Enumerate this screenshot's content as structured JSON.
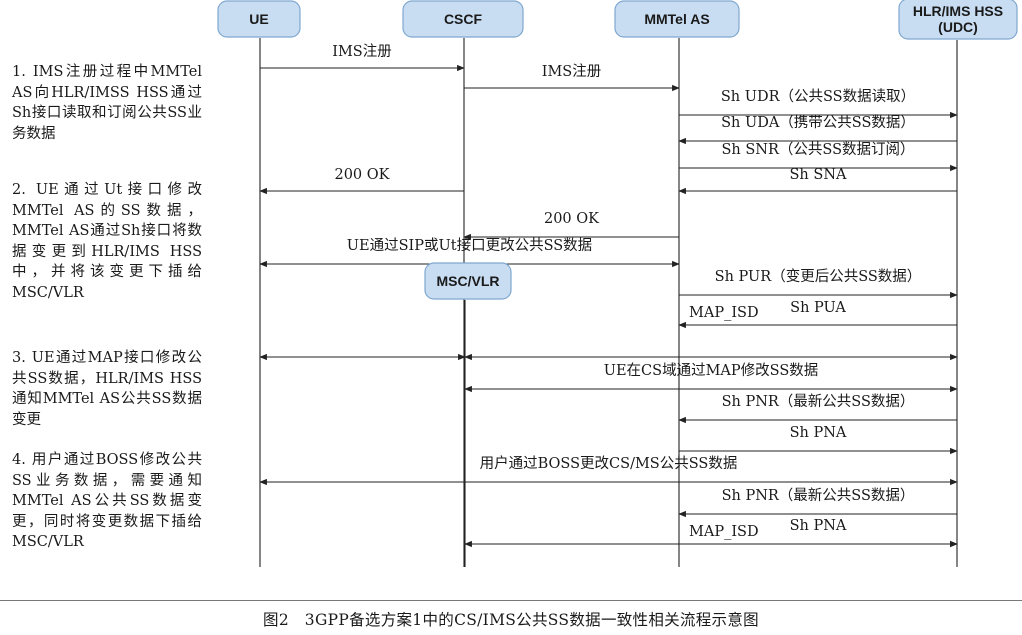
{
  "actors": [
    {
      "id": "ue",
      "lines": [
        "UE"
      ]
    },
    {
      "id": "cscf",
      "lines": [
        "CSCF"
      ]
    },
    {
      "id": "mmtel",
      "lines": [
        "MMTel AS"
      ]
    },
    {
      "id": "hss",
      "lines": [
        "HLR/IMS HSS",
        "(UDC)"
      ]
    },
    {
      "id": "mscvlr",
      "lines": [
        "MSC/VLR"
      ]
    }
  ],
  "messages": [
    {
      "from": "ue",
      "to": "cscf",
      "label": "IMS注册",
      "dir": "right"
    },
    {
      "from": "cscf",
      "to": "mmtel",
      "label": "IMS注册",
      "dir": "right"
    },
    {
      "from": "mmtel",
      "to": "hss",
      "label": "Sh UDR（公共SS数据读取）",
      "dir": "right"
    },
    {
      "from": "mmtel",
      "to": "hss",
      "label": "Sh UDA（携带公共SS数据）",
      "dir": "left"
    },
    {
      "from": "mmtel",
      "to": "hss",
      "label": "Sh SNR（公共SS数据订阅）",
      "dir": "right"
    },
    {
      "from": "mmtel",
      "to": "hss",
      "label": "Sh SNA",
      "dir": "left"
    },
    {
      "from": "ue",
      "to": "cscf",
      "label": "200 OK",
      "dir": "left"
    },
    {
      "from": "cscf",
      "to": "mmtel",
      "label": "200 OK",
      "dir": "left"
    },
    {
      "from": "ue",
      "to": "mmtel",
      "label": "UE通过SIP或Ut接口更改公共SS数据",
      "dir": "both"
    },
    {
      "from": "mmtel",
      "to": "hss",
      "label": "Sh PUR（变更后公共SS数据）",
      "dir": "right"
    },
    {
      "from": "mmtel",
      "to": "hss",
      "label": "Sh PUA",
      "dir": "left"
    },
    {
      "from": "mmtel",
      "to": "hss",
      "label": "MAP_ISD",
      "dir": "plain"
    },
    {
      "from": "mscvlr",
      "to": "hss",
      "label": "",
      "dir": "both"
    },
    {
      "from": "ue",
      "to": "mscvlr",
      "label": "",
      "dir": "both"
    },
    {
      "from": "mscvlr",
      "to": "hss",
      "label": "UE在CS域通过MAP修改SS数据",
      "dir": "both"
    },
    {
      "from": "mmtel",
      "to": "hss",
      "label": "Sh PNR（最新公共SS数据）",
      "dir": "left"
    },
    {
      "from": "mmtel",
      "to": "hss",
      "label": "Sh PNA",
      "dir": "right"
    },
    {
      "from": "ue",
      "to": "hss",
      "label": "用户通过BOSS更改CS/MS公共SS数据",
      "dir": "both"
    },
    {
      "from": "mmtel",
      "to": "hss",
      "label": "Sh PNR（最新公共SS数据）",
      "dir": "left"
    },
    {
      "from": "mmtel",
      "to": "hss",
      "label": "Sh PNA",
      "dir": "right"
    },
    {
      "from": "mmtel",
      "to": "hss",
      "label": "MAP_ISD",
      "dir": "plain"
    },
    {
      "from": "mscvlr",
      "to": "hss",
      "label": "",
      "dir": "both"
    }
  ],
  "notes": [
    "1. IMS注册过程中MMTel AS向HLR/IMSS HSS通过Sh接口读取和订阅公共SS业务数据",
    "2. UE通过Ut接口修改MMTel AS的SS数据，MMTel AS通过Sh接口将数据变更到HLR/IMS HSS中，并将该变更下插给MSC/VLR",
    "3. UE通过MAP接口修改公共SS数据，HLR/IMS HSS通知MMTel AS公共SS数据变更",
    "4. 用户通过BOSS修改公共SS业务数据，需要通知MMTel AS公共SS数据变更，同时将变更数据下插给MSC/VLR"
  ],
  "caption": "图2　3GPP备选方案1中的CS/IMS公共SS数据一致性相关流程示意图",
  "colors": {
    "actor_fill": "#c8ddf2",
    "actor_stroke": "#7fa7cf",
    "line": "#222222"
  }
}
